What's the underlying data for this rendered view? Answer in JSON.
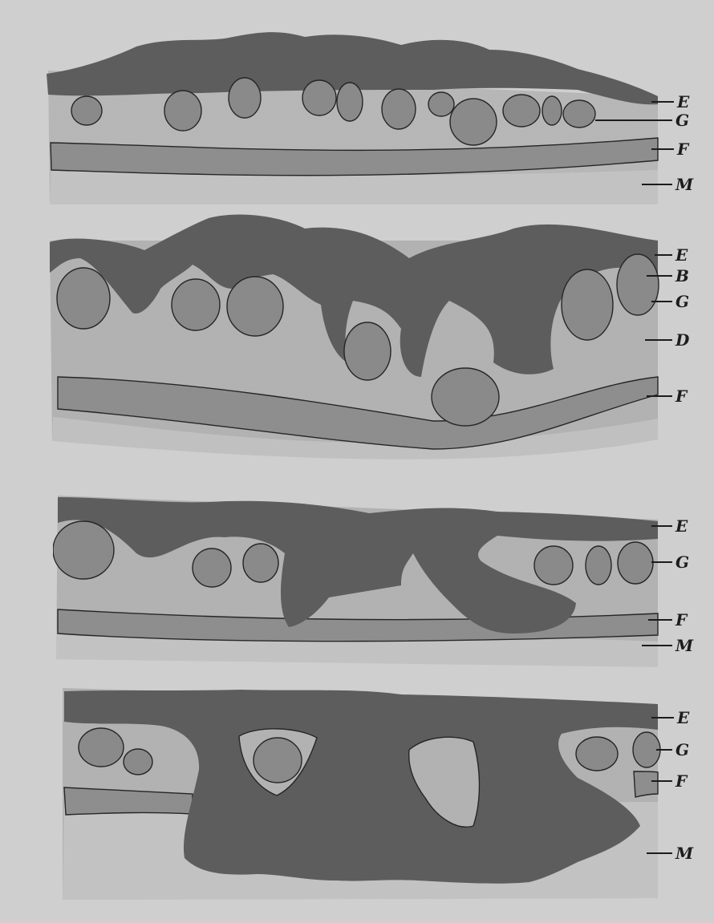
{
  "colors": {
    "paper": "#cfcfcf",
    "tissue_light": "#b3b3b3",
    "epithelium_dark": "#5e5e5e",
    "gland": "#8b8b8b",
    "fibrous_band": "#8f8f8f",
    "muscle_light": "#c2c2c2"
  },
  "panels": [
    {
      "id": "panel-1",
      "labels": [
        "E",
        "G",
        "F",
        "M"
      ]
    },
    {
      "id": "panel-2",
      "labels": [
        "E",
        "B",
        "G",
        "D",
        "F"
      ]
    },
    {
      "id": "panel-3",
      "labels": [
        "E",
        "G",
        "F",
        "M"
      ]
    },
    {
      "id": "panel-4",
      "labels": [
        "E",
        "G",
        "F",
        "M"
      ]
    }
  ]
}
